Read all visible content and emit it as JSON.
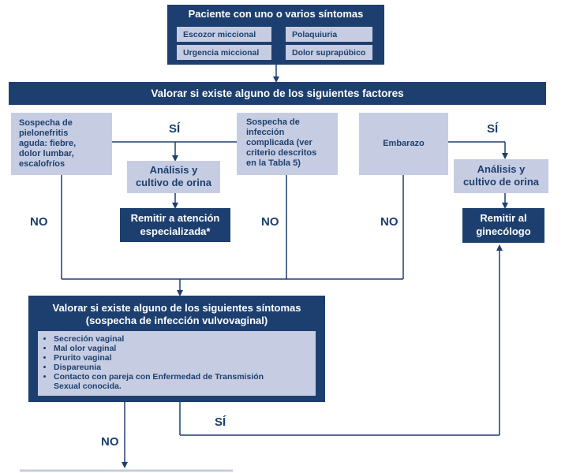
{
  "start": {
    "title": "Paciente con uno o varios síntomas",
    "symptoms": [
      "Escozor miccional",
      "Polaquiuria",
      "Urgencia miccional",
      "Dolor suprapúbico"
    ]
  },
  "factors_header": "Valorar si existe alguno de los siguientes factores",
  "factors": {
    "pyelo": [
      "Sospecha de",
      "pielonefritis",
      "aguda: fiebre,",
      "dolor lumbar,",
      "escalofríos"
    ],
    "complicated": [
      "Sospecha de",
      "infección",
      "complicada (ver",
      "criterio descritos",
      "en la Tabla 5)"
    ],
    "pregnancy": "Embarazo"
  },
  "labels": {
    "yes": "SÍ",
    "no": "NO"
  },
  "analysis": [
    "Análisis y",
    "cultivo de orina"
  ],
  "refer_specialist": [
    "Remitir a atención",
    "especializada*"
  ],
  "refer_gyneco": [
    "Remitir al",
    "ginecólogo"
  ],
  "vulvo": {
    "title": [
      "Valorar si existe alguno de los siguientes síntomas",
      "(sospecha de infección vulvovaginal)"
    ],
    "items": [
      "Secreción vaginal",
      "Mal olor vaginal",
      "Prurito vaginal",
      "Dispareunia",
      "Contacto con pareja con Enfermedad de Transmisión Sexual conocida."
    ]
  }
}
